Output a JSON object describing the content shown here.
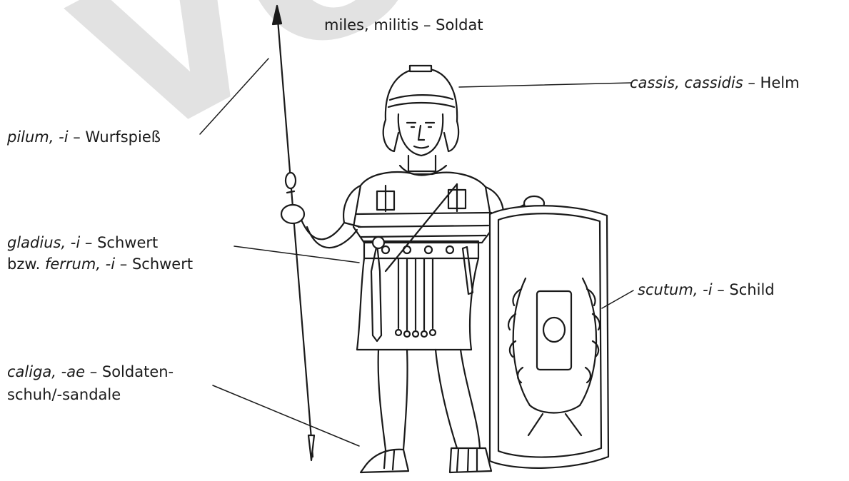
{
  "title": "miles, militis – Soldat",
  "labels": {
    "cassis": {
      "latin": "cassis, cassidis",
      "sep": " – ",
      "german": "Helm"
    },
    "pilum": {
      "latin": "pilum",
      "ending": ", -i",
      "sep": " – ",
      "german": "Wurfspieß"
    },
    "gladius": {
      "latin": "gladius",
      "ending": ", -i",
      "sep": " – ",
      "german": "Schwert"
    },
    "ferrum": {
      "prefix": "bzw. ",
      "latin": "ferrum",
      "ending": ", -i",
      "sep": " – ",
      "german": "Schwert"
    },
    "scutum": {
      "latin": "scutum",
      "ending": ", -i",
      "sep": " – ",
      "german": "Schild"
    },
    "caliga": {
      "latin": "caliga",
      "ending": ", -ae",
      "sep": " – ",
      "german": "Soldaten-",
      "german2": "schuh/-sandale"
    }
  },
  "watermark": "VORSCHAU"
}
